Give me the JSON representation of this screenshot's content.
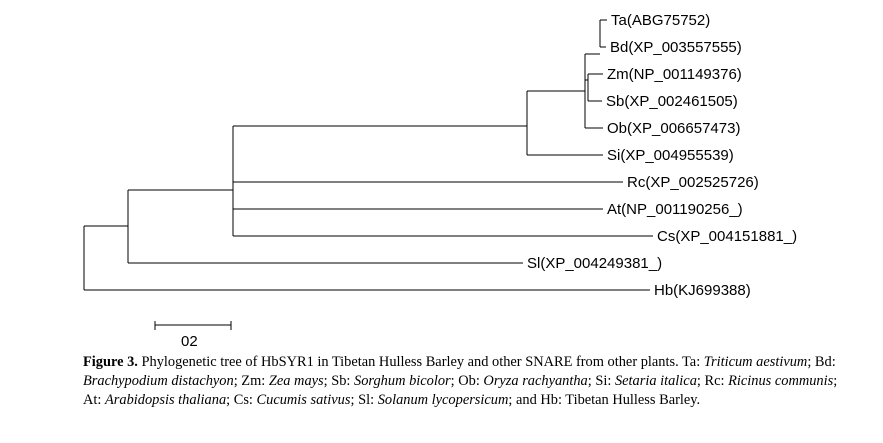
{
  "tree": {
    "taxa": [
      "Ta(ABG75752)",
      "Bd(XP_003557555)",
      "Zm(NP_001149376)",
      "Sb(XP_002461505)",
      "Ob(XP_006657473)",
      "Si(XP_004955539)",
      "Rc(XP_002525726)",
      "At(NP_001190256_)",
      "Cs(XP_004151881_)",
      "Sl(XP_004249381_)",
      "Hb(KJ699388)"
    ],
    "scale_bar_label": "02"
  },
  "caption": {
    "label": "Figure 3.",
    "segments": [
      {
        "text": " Phylogenetic tree of HbSYR1 in Tibetan Hulless Barley and other SNARE from other plants. Ta: ",
        "italic": false
      },
      {
        "text": "Triticum aestivum",
        "italic": true
      },
      {
        "text": "; Bd: ",
        "italic": false
      },
      {
        "text": "Brachypodium distachyon",
        "italic": true
      },
      {
        "text": "; Zm: ",
        "italic": false
      },
      {
        "text": "Zea mays",
        "italic": true
      },
      {
        "text": "; Sb: ",
        "italic": false
      },
      {
        "text": "Sorghum bicolor",
        "italic": true
      },
      {
        "text": "; Ob: ",
        "italic": false
      },
      {
        "text": "Oryza rachyantha",
        "italic": true
      },
      {
        "text": "; Si: ",
        "italic": false
      },
      {
        "text": "Setaria italica",
        "italic": true
      },
      {
        "text": "; Rc: ",
        "italic": false
      },
      {
        "text": "Ricinus communis",
        "italic": true
      },
      {
        "text": "; At: ",
        "italic": false
      },
      {
        "text": "Arabidopsis thaliana",
        "italic": true
      },
      {
        "text": "; Cs: ",
        "italic": false
      },
      {
        "text": "Cucumis sativus",
        "italic": true
      },
      {
        "text": "; Sl: ",
        "italic": false
      },
      {
        "text": "Solanum lycopersicum",
        "italic": true
      },
      {
        "text": "; and Hb: Tibetan Hulless Barley.",
        "italic": false
      }
    ]
  }
}
